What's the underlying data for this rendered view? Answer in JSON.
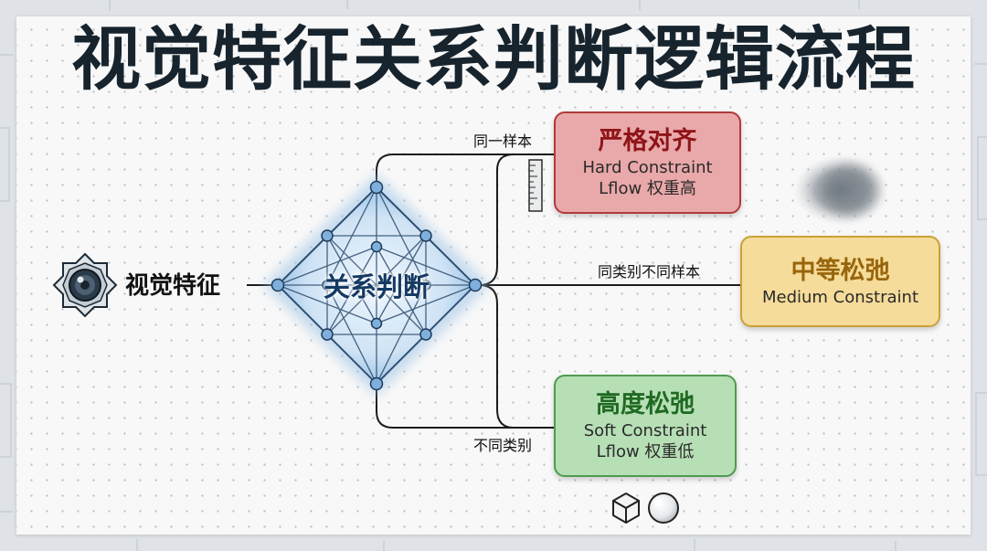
{
  "title": "视觉特征关系判断逻辑流程",
  "nodes": {
    "input": "视觉特征",
    "center": "关系判断"
  },
  "edges": {
    "same_sample": "同一样本",
    "same_class_diff_sample": "同类别不同样本",
    "diff_class": "不同类别"
  },
  "outcomes": {
    "strict": {
      "title": "严格对齐",
      "subtitle": "Hard Constraint",
      "note": "Lflow 权重高"
    },
    "medium": {
      "title": "中等松弛",
      "subtitle": "Medium Constraint"
    },
    "soft": {
      "title": "高度松弛",
      "subtitle": "Soft Constraint",
      "note": "Lflow 权重低"
    }
  },
  "colors": {
    "strict_fill": "#e9a8a9",
    "strict_border": "#b03a3c",
    "medium_fill": "#f6dc9a",
    "medium_border": "#c9a137",
    "soft_fill": "#b7dfb6",
    "soft_border": "#4f9b50",
    "title_text": "#17242e",
    "network_blue": "#4f8fc6"
  },
  "icons": [
    "camera-lens-icon",
    "ruler-icon",
    "blur-blob-icon",
    "cube-icon",
    "sphere-icon"
  ]
}
